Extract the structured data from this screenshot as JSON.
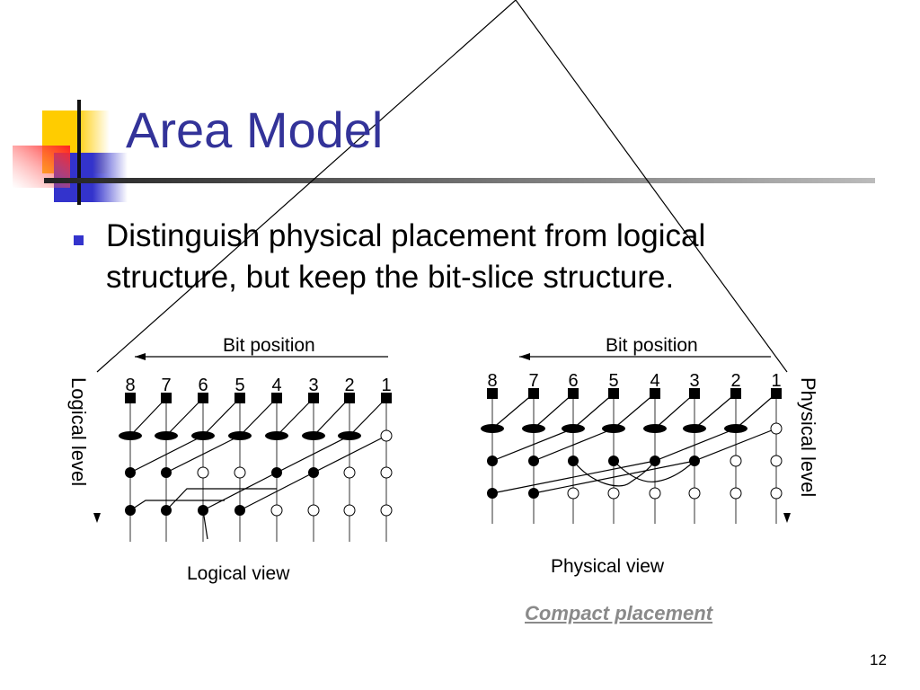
{
  "slide": {
    "title": "Area Model",
    "bullet": "Distinguish physical placement from logical structure, but keep the bit-slice structure.",
    "page_number": "12",
    "accent_color": "#333399"
  },
  "logical_diagram": {
    "top_label": "Bit position",
    "side_label": "Logical level",
    "caption": "Logical view",
    "bits": [
      "8",
      "7",
      "6",
      "5",
      "4",
      "3",
      "2",
      "1"
    ],
    "rows": {
      "level1": [
        "ellipse",
        "ellipse",
        "ellipse",
        "ellipse",
        "ellipse",
        "ellipse",
        "ellipse",
        "open"
      ],
      "level2": [
        "filled",
        "filled",
        "open",
        "open",
        "filled",
        "filled",
        "open",
        "open"
      ],
      "level3": [
        "filled",
        "filled",
        "filled",
        "filled",
        "open",
        "open",
        "open",
        "open"
      ]
    }
  },
  "physical_diagram": {
    "top_label": "Bit position",
    "side_label": "Physical level",
    "caption": "Physical view",
    "link": "Compact placement",
    "bits": [
      "8",
      "7",
      "6",
      "5",
      "4",
      "3",
      "2",
      "1"
    ],
    "rows": {
      "level1": [
        "ellipse",
        "ellipse",
        "ellipse",
        "ellipse",
        "ellipse",
        "ellipse",
        "ellipse",
        "open"
      ],
      "level2": [
        "filled",
        "filled",
        "filled",
        "filled",
        "filled",
        "filled",
        "open",
        "open"
      ],
      "level3": [
        "filled",
        "filled",
        "open",
        "open",
        "open",
        "open",
        "open",
        "open"
      ]
    }
  }
}
